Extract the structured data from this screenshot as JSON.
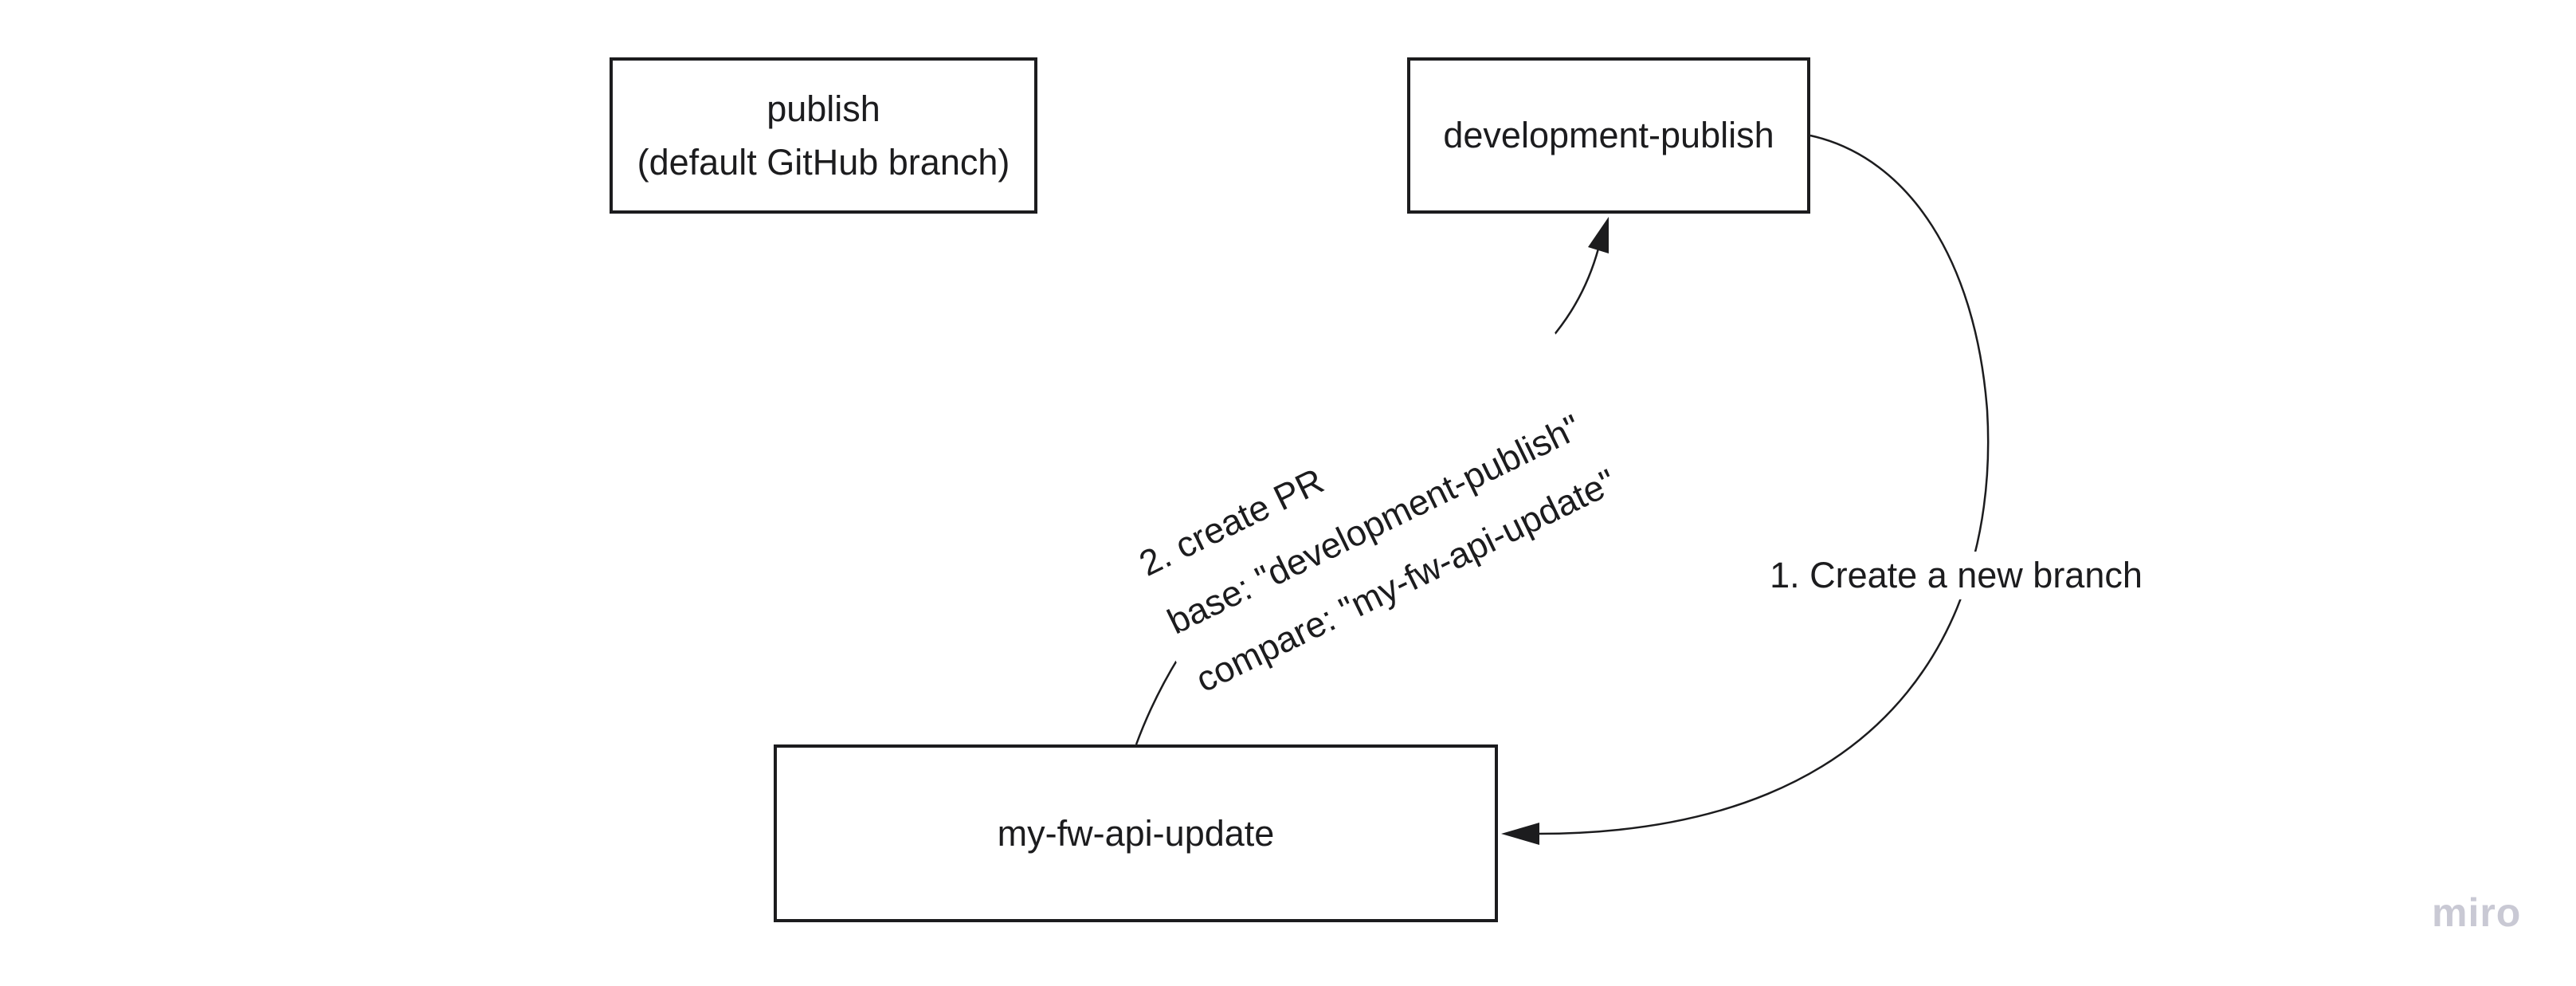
{
  "colors": {
    "stroke": "#1c1c1e",
    "box_border": "#1c1c1e",
    "text": "#1c1c1e",
    "watermark": "#c9c9d4",
    "background": "#ffffff"
  },
  "boxes": {
    "publish": {
      "line1": "publish",
      "line2": "(default GitHub branch)"
    },
    "development_publish": {
      "label": "development-publish"
    },
    "my_fw_api_update": {
      "label": "my-fw-api-update"
    }
  },
  "connectors": {
    "create_branch": {
      "label": "1. Create a new branch"
    },
    "create_pr": {
      "line1": "2. create PR",
      "line2": "base: \"development-publish\"",
      "line3": "compare: \"my-fw-api-update\""
    }
  },
  "watermark": {
    "label": "miro"
  }
}
